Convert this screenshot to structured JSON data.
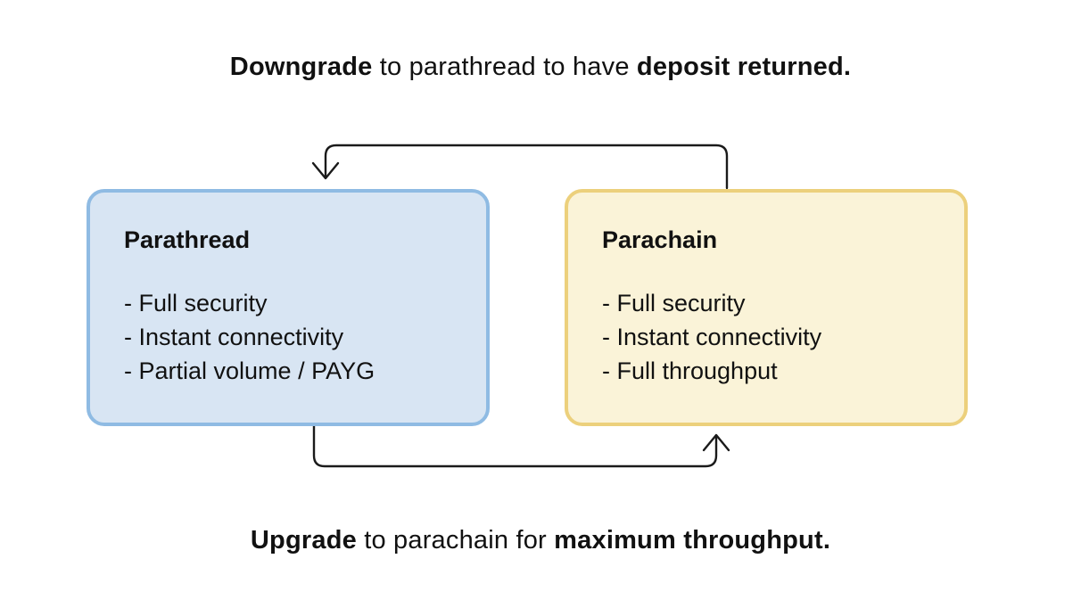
{
  "diagram": {
    "top_caption": {
      "bold_lead": "Downgrade",
      "plain_mid": " to parathread to have ",
      "bold_tail": "deposit returned."
    },
    "bottom_caption": {
      "bold_lead": "Upgrade",
      "plain_mid": " to parachain for ",
      "bold_tail": "maximum throughput."
    },
    "nodes": [
      {
        "id": "parathread",
        "title": "Parathread",
        "items": [
          "- Full security",
          "- Instant connectivity",
          "- Partial volume / PAYG"
        ],
        "fill": "#d8e5f3",
        "border": "#8fbbe3"
      },
      {
        "id": "parachain",
        "title": "Parachain",
        "items": [
          "- Full security",
          "- Instant connectivity",
          "- Full throughput"
        ],
        "fill": "#faf3d8",
        "border": "#ecd07c"
      }
    ],
    "arrows": [
      {
        "id": "downgrade-arrow",
        "from": "Parachain",
        "to": "Parathread"
      },
      {
        "id": "upgrade-arrow",
        "from": "Parathread",
        "to": "Parachain"
      }
    ],
    "colors": {
      "background": "#ffffff",
      "text": "#111111",
      "arrow": "#1a1a1a"
    }
  }
}
